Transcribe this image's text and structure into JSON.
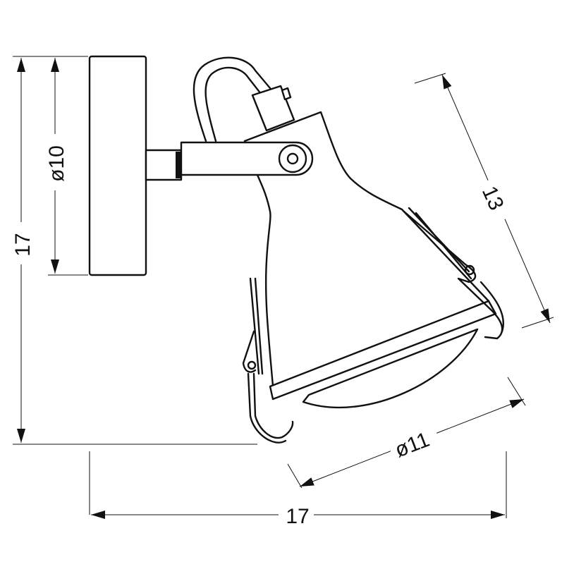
{
  "dimensions": {
    "total_height": "17",
    "plate_diameter": "ø10",
    "shade_length": "13",
    "shade_diameter": "ø11",
    "total_depth": "17"
  },
  "colors": {
    "line": "#111111",
    "background": "#ffffff"
  }
}
